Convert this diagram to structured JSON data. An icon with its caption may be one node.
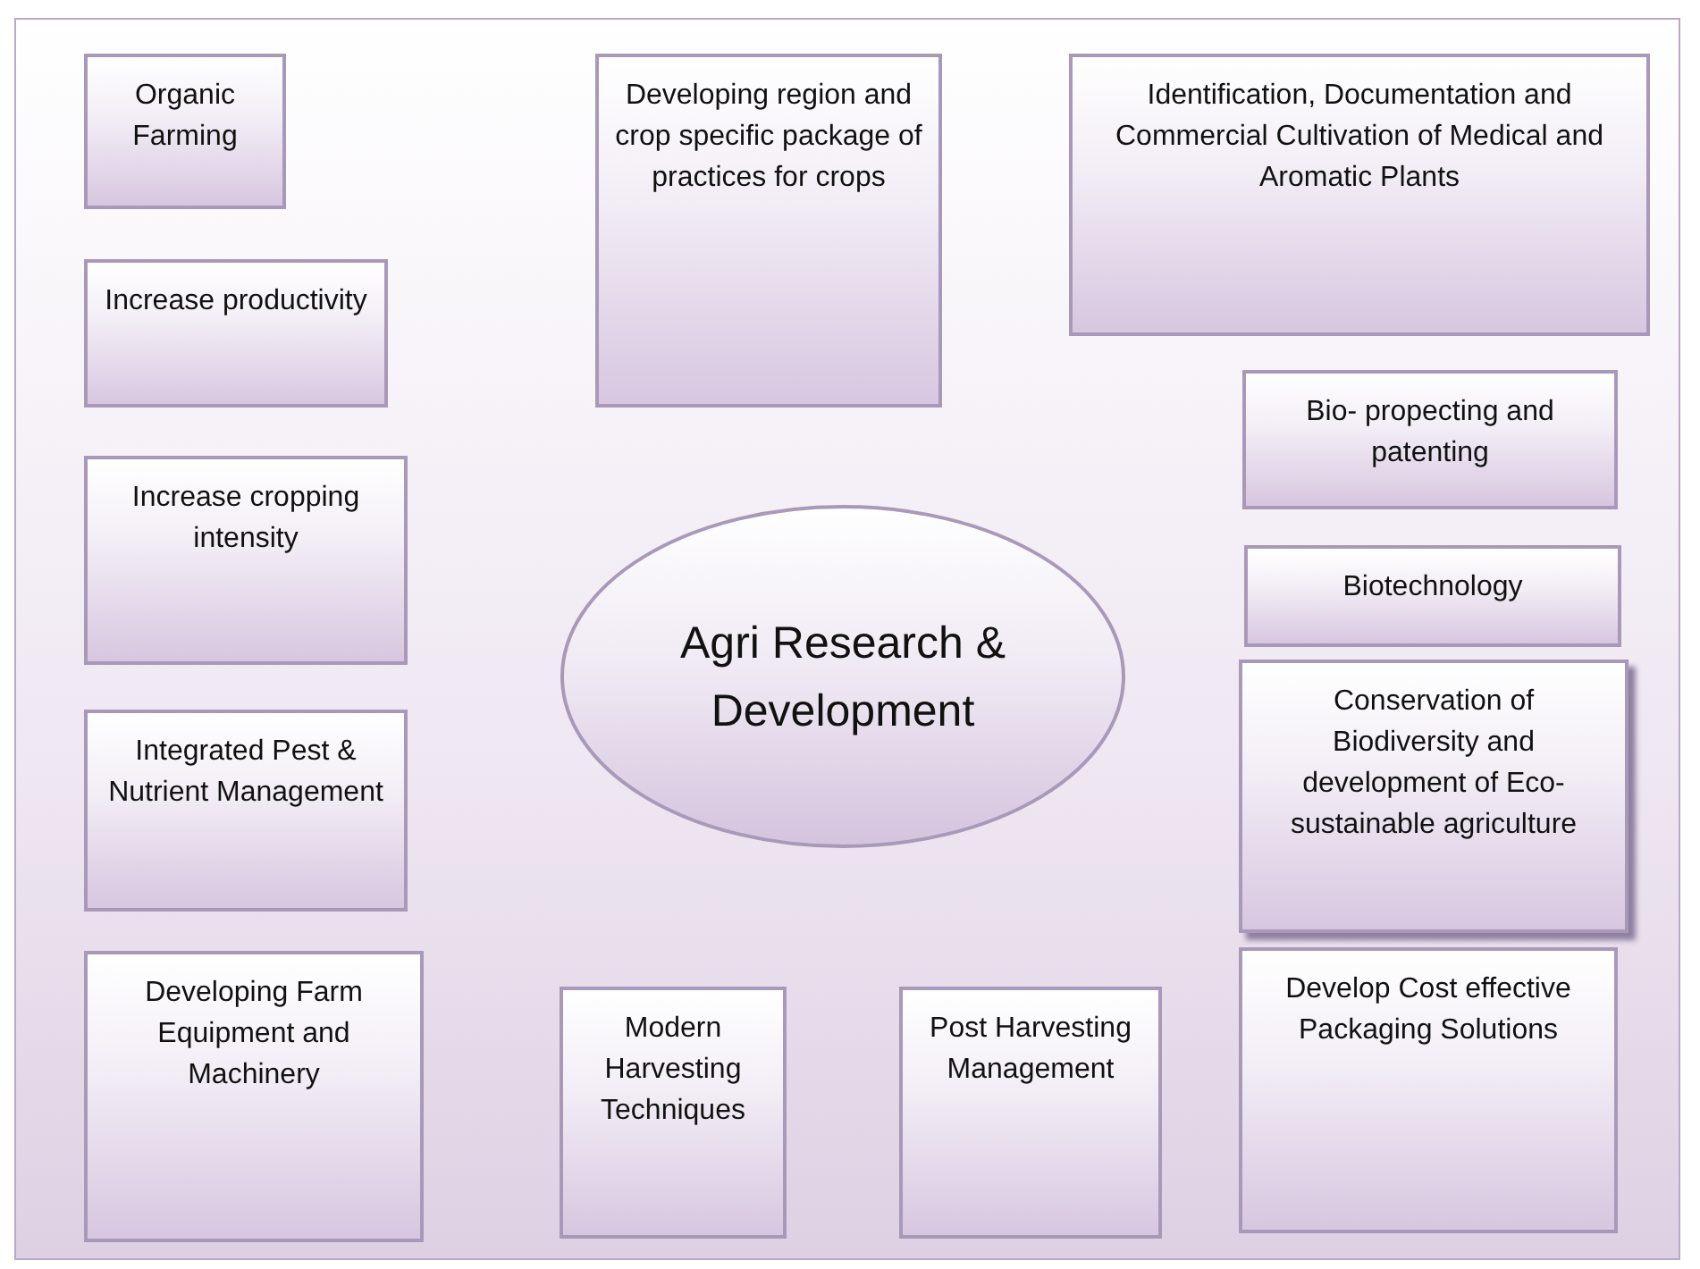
{
  "diagram": {
    "nodes": [
      {
        "text": [
          "Organic Farming"
        ]
      },
      {
        "text": [
          "Developing region and crop specific package of practices for crops"
        ]
      },
      {
        "text": [
          "Identification, Documentation and Commercial Cultivation of Medical and Aromatic Plants"
        ]
      },
      {
        "text": [
          "Increase productivity"
        ]
      },
      {
        "text": [
          "Bio- propecting and patenting"
        ]
      },
      {
        "text": [
          "Increase cropping intensity"
        ]
      },
      {
        "text": [
          "Biotechnology"
        ]
      },
      {
        "text": [
          "Agri Research & Development"
        ]
      },
      {
        "text": [
          "Integrated Pest & Nutrient Management"
        ]
      },
      {
        "text": [
          "Conservation of Biodiversity and development of Eco-sustainable agriculture"
        ]
      },
      {
        "text": [
          "Developing Farm Equipment and Machinery"
        ]
      },
      {
        "text": [
          "Modern Harvesting Techniques"
        ]
      },
      {
        "text": [
          "Post Harvesting Management"
        ]
      },
      {
        "text": [
          "Develop Cost effective Packaging Solutions"
        ]
      }
    ],
    "edges": []
  }
}
